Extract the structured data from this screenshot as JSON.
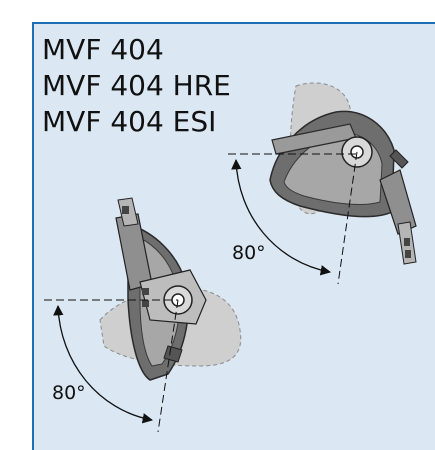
{
  "title": {
    "lines": [
      "MVF 404",
      "MVF 404 HRE",
      "MVF 404 ESI"
    ]
  },
  "angles": {
    "upper": "80°",
    "lower": "80°"
  },
  "colors": {
    "frame_border": "#1f6fb5",
    "panel_background": "#dbe7f3",
    "ghost_fill": "#c9c9c9",
    "device_fill": "#8d8d8d",
    "device_dark": "#555555"
  }
}
